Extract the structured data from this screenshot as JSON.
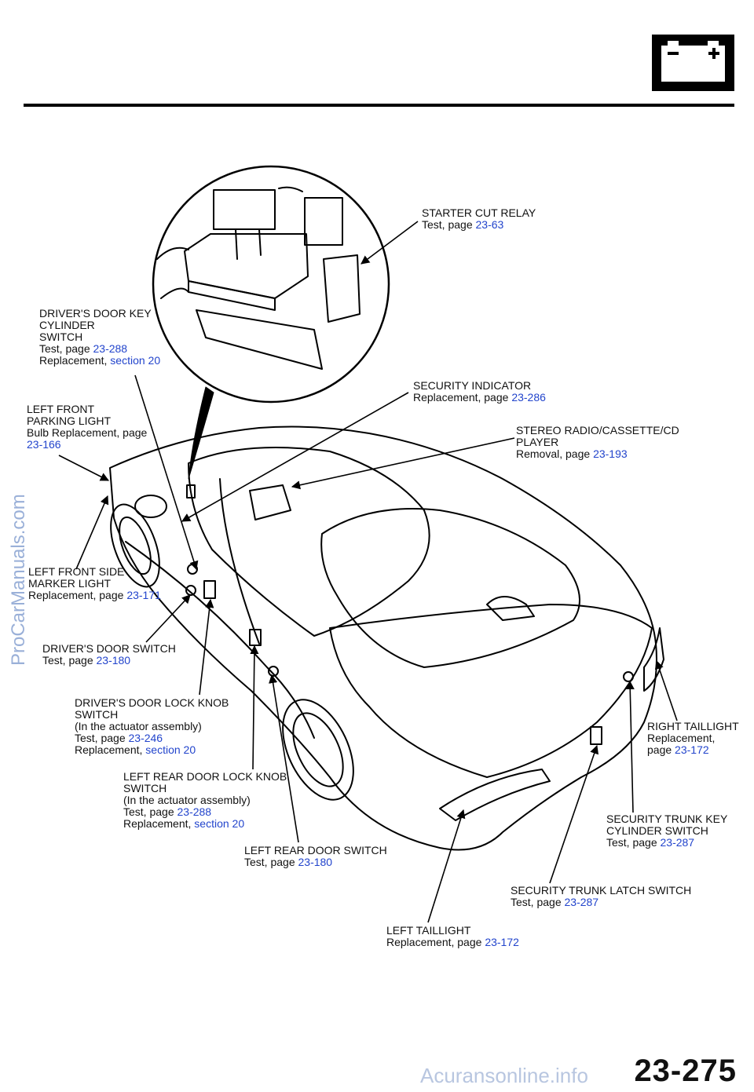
{
  "page": {
    "number": "23-275"
  },
  "watermarks": {
    "side": "ProCarManuals.com",
    "bottom": "Acuransonline.info"
  },
  "header": {
    "icon": "battery-icon",
    "icon_minus": "−",
    "icon_plus": "+"
  },
  "callouts": {
    "starter_cut_relay": {
      "title": "STARTER CUT RELAY",
      "test_prefix": "Test, page ",
      "test_ref": "23-63"
    },
    "drivers_door_key": {
      "l1": "DRIVER'S DOOR KEY",
      "l2": "CYLINDER",
      "l3": "SWITCH",
      "test_prefix": "Test, page ",
      "test_ref": "23-288",
      "repl_prefix": "Replacement, ",
      "repl_ref": "section 20"
    },
    "security_indicator": {
      "title": "SECURITY INDICATOR",
      "repl_prefix": "Replacement, page ",
      "repl_ref": "23-286"
    },
    "left_front_parking": {
      "l1": "LEFT FRONT",
      "l2": "PARKING LIGHT",
      "l3": "Bulb Replacement, page",
      "ref": "23-166"
    },
    "stereo": {
      "l1": "STEREO RADIO/CASSETTE/CD",
      "l2": "PLAYER",
      "rem_prefix": "Removal, page ",
      "rem_ref": "23-193"
    },
    "left_front_side_marker": {
      "l1": "LEFT FRONT SIDE",
      "l2": "MARKER LIGHT",
      "repl_prefix": "Replacement, page ",
      "repl_ref": "23-171"
    },
    "drivers_door_switch": {
      "title": "DRIVER'S DOOR SWITCH",
      "test_prefix": "Test, page ",
      "test_ref": "23-180"
    },
    "drivers_door_lock_knob": {
      "l1": "DRIVER'S DOOR LOCK KNOB",
      "l2": "SWITCH",
      "l3": "(In the actuator assembly)",
      "test_prefix": "Test, page ",
      "test_ref": "23-246",
      "repl_prefix": "Replacement, ",
      "repl_ref": "section 20"
    },
    "right_taillight": {
      "l1": "RIGHT TAILLIGHT",
      "l2": "Replacement,",
      "page_prefix": "page ",
      "ref": "23-172"
    },
    "left_rear_door_lock_knob": {
      "l1": "LEFT REAR DOOR LOCK KNOB",
      "l2": "SWITCH",
      "l3": "(In the actuator assembly)",
      "test_prefix": "Test, page ",
      "test_ref": "23-288",
      "repl_prefix": "Replacement, ",
      "repl_ref": "section 20"
    },
    "security_trunk_key": {
      "l1": "SECURITY TRUNK KEY",
      "l2": "CYLINDER SWITCH",
      "test_prefix": "Test, page ",
      "test_ref": "23-287"
    },
    "left_rear_door_switch": {
      "title": "LEFT REAR DOOR SWITCH",
      "test_prefix": "Test, page ",
      "test_ref": "23-180"
    },
    "security_trunk_latch": {
      "title": "SECURITY TRUNK LATCH SWITCH",
      "test_prefix": "Test, page ",
      "test_ref": "23-287"
    },
    "left_taillight": {
      "title": "LEFT TAILLIGHT",
      "repl_prefix": "Replacement, page ",
      "repl_ref": "23-172"
    }
  }
}
